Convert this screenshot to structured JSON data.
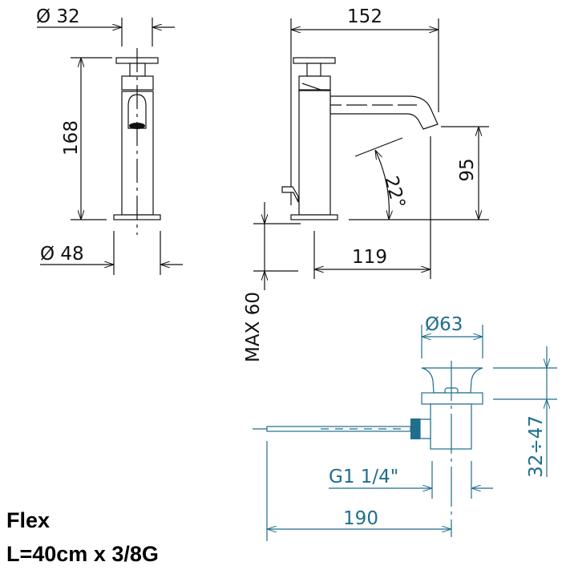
{
  "front_view": {
    "diameter_top": "Ø 32",
    "height": "168",
    "diameter_base": "Ø 48"
  },
  "side_view": {
    "reach": "152",
    "spout_height": "95",
    "angle": "22°",
    "spout_projection": "119",
    "max_deck": "MAX 60"
  },
  "drain": {
    "diameter": "Ø63",
    "thread": "G1 1/4\"",
    "length": "190",
    "range": "32÷47"
  },
  "product": {
    "name": "Flex",
    "spec": "L=40cm x 3/8G"
  },
  "colors": {
    "line": "#111111",
    "drain": "#1f6e8c"
  }
}
